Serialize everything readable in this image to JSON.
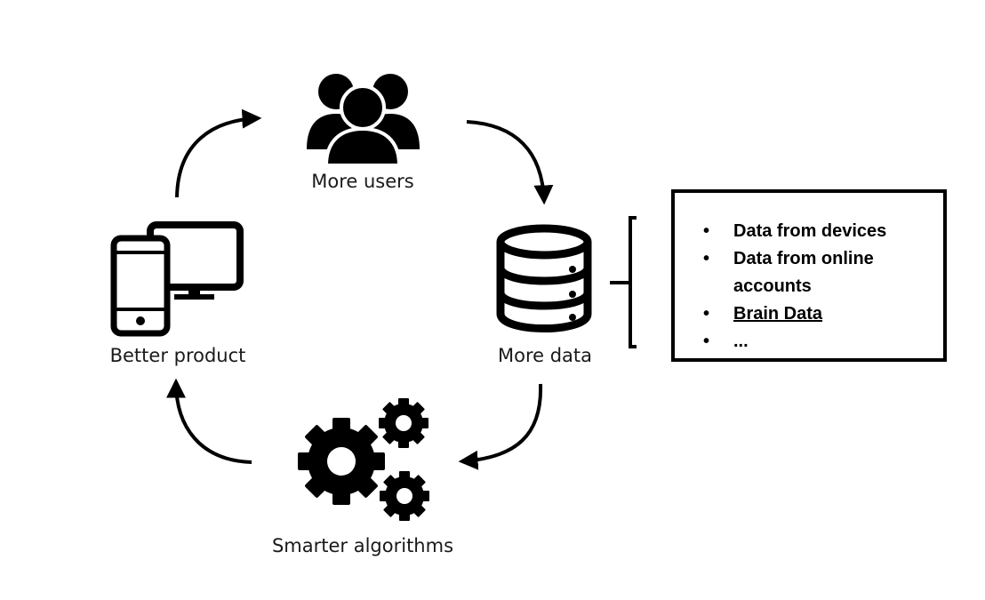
{
  "cycle": {
    "nodes": [
      {
        "icon": "users-group-icon",
        "label": "More users"
      },
      {
        "icon": "database-icon",
        "label": "More data"
      },
      {
        "icon": "gears-icon",
        "label": "Smarter algorithms"
      },
      {
        "icon": "devices-icon",
        "label": "Better product"
      }
    ]
  },
  "data_sources": {
    "items": [
      {
        "text": "Data from devices"
      },
      {
        "text": "Data from online accounts"
      },
      {
        "text": "Brain Data",
        "underlined": true
      },
      {
        "text": "..."
      }
    ]
  },
  "colors": {
    "ink": "#000000",
    "background": "#ffffff"
  }
}
